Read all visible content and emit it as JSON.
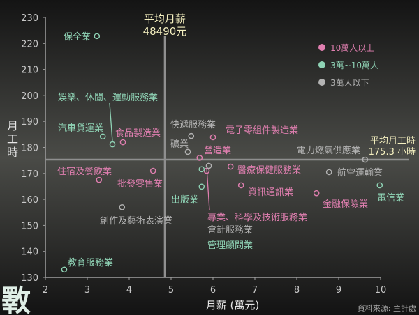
{
  "chart_data": {
    "type": "scatter",
    "xlabel": "月薪 (萬元)",
    "ylabel": "月工時",
    "xlim": [
      2,
      10
    ],
    "ylim": [
      130,
      230
    ],
    "xticks": [
      "2",
      "3",
      "4",
      "5",
      "6",
      "7",
      "8",
      "9",
      "10"
    ],
    "yticks": [
      "130",
      "140",
      "150",
      "160",
      "170",
      "180",
      "190",
      "200",
      "210",
      "220",
      "230"
    ],
    "grid": false,
    "legend_position": "top-right",
    "legend": [
      {
        "name": "10萬人以上",
        "color": "#e07fb0"
      },
      {
        "name": "3萬~10萬人",
        "color": "#8fd3b5"
      },
      {
        "name": "3萬人以下",
        "color": "#b3b3b3"
      }
    ],
    "reference_lines": {
      "avg_salary": {
        "value": 4.849,
        "label_line1": "平均月薪",
        "label_line2": "48490元"
      },
      "avg_hours": {
        "value": 175.3,
        "label_line1": "平均月工時",
        "label_line2": "175.3 小時"
      }
    },
    "points": [
      {
        "name": "保全業",
        "x": 3.23,
        "y": 222.8,
        "group": 1
      },
      {
        "name": "娛樂、休閒、運動服務業",
        "x": 3.6,
        "y": 181.2,
        "group": 1
      },
      {
        "name": "汽車貨運業",
        "x": 3.37,
        "y": 184.2,
        "group": 1
      },
      {
        "name": "食品製造業",
        "x": 3.85,
        "y": 182.0,
        "group": 0
      },
      {
        "name": "快遞服務業",
        "x": 5.48,
        "y": 184.4,
        "group": 2
      },
      {
        "name": "礦業",
        "x": 5.4,
        "y": 178.3,
        "group": 2
      },
      {
        "name": "營造業",
        "x": 5.68,
        "y": 176.0,
        "group": 0
      },
      {
        "name": "電子零組件製造業",
        "x": 6.0,
        "y": 183.9,
        "group": 0
      },
      {
        "name": "電力燃氣供應業",
        "x": 9.63,
        "y": 175.3,
        "group": 2
      },
      {
        "name": "醫療保健服務業",
        "x": 6.42,
        "y": 172.6,
        "group": 0
      },
      {
        "name": "航空運輸業",
        "x": 8.77,
        "y": 170.5,
        "group": 2
      },
      {
        "name": "資訊通訊業",
        "x": 6.67,
        "y": 165.4,
        "group": 0
      },
      {
        "name": "金融保險業",
        "x": 8.47,
        "y": 162.4,
        "group": 0
      },
      {
        "name": "電信業",
        "x": 9.98,
        "y": 165.4,
        "group": 1
      },
      {
        "name": "出版業",
        "x": 5.73,
        "y": 164.9,
        "group": 1
      },
      {
        "name": "專業、科學及技術服務業",
        "x": 5.85,
        "y": 171.0,
        "group": 0
      },
      {
        "name": "會計服務業",
        "x": 5.9,
        "y": 172.9,
        "group": 2
      },
      {
        "name": "管理顧問業",
        "x": 5.73,
        "y": 171.6,
        "group": 1
      },
      {
        "name": "住宿及餐飲業",
        "x": 3.28,
        "y": 167.5,
        "group": 0
      },
      {
        "name": "批發零售業",
        "x": 4.57,
        "y": 171.0,
        "group": 0
      },
      {
        "name": "創作及藝術表演業",
        "x": 3.83,
        "y": 157.0,
        "group": 2
      },
      {
        "name": "教育服務業",
        "x": 2.45,
        "y": 133.0,
        "group": 1
      }
    ],
    "source": "資料來源: 主計處"
  },
  "logo_text": "斁"
}
